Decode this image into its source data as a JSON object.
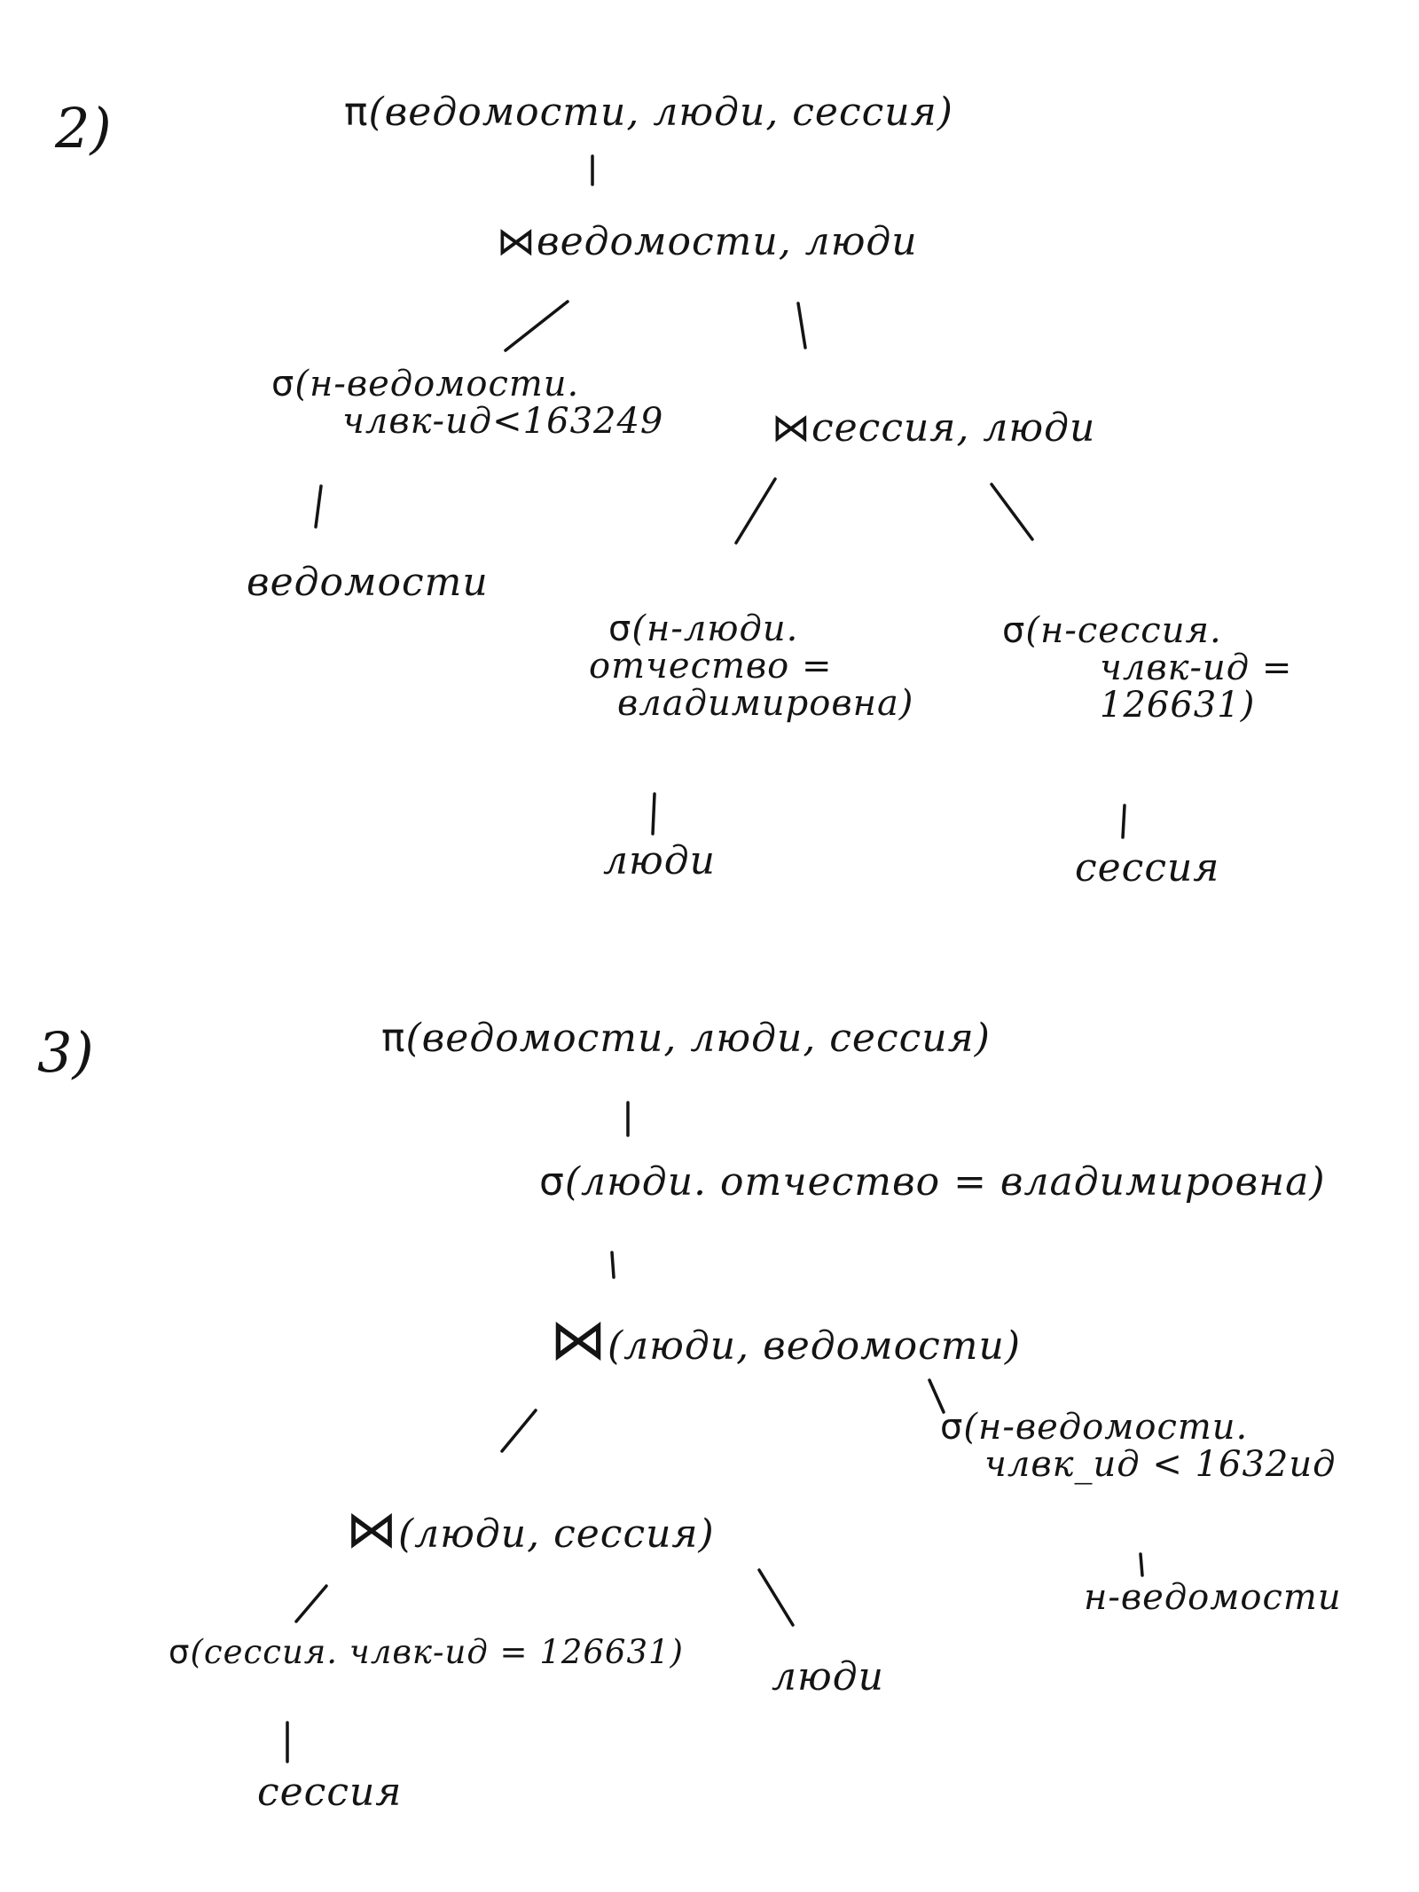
{
  "diagram2": {
    "number": "2)",
    "projection": {
      "symbol": "π",
      "text": "(ведомости, люди, сессия)"
    },
    "join_top": {
      "symbol": "⋈",
      "text": "ведомости, люди"
    },
    "select_ved": {
      "symbol": "σ",
      "line1": "(н-ведомости.",
      "line2": "члвк-ид<163249"
    },
    "leaf_ved": "ведомости",
    "join_sess": {
      "symbol": "⋈",
      "text": "сессия, люди"
    },
    "select_people": {
      "symbol": "σ",
      "line1": "(н-люди.",
      "line2": "отчество =",
      "line3": "владимировна)"
    },
    "select_sess": {
      "symbol": "σ",
      "line1": "(н-сессия.",
      "line2": "члвк-ид =",
      "line3": "126631)"
    },
    "leaf_people": "люди",
    "leaf_sess": "сессия"
  },
  "diagram3": {
    "number": "3)",
    "projection": {
      "symbol": "π",
      "text": "(ведомости, люди, сессия)"
    },
    "select_top": {
      "symbol": "σ",
      "text": "(люди. отчество = владимировна)"
    },
    "join_mid": {
      "symbol": "⋈",
      "text": "(люди, ведомости)"
    },
    "select_ved": {
      "symbol": "σ",
      "line1": "(н-ведомости.",
      "line2": "члвк_ид < 1632ид"
    },
    "leaf_ved": "н-ведомости",
    "join_low": {
      "symbol": "⋈",
      "text": "(люди, сессия)"
    },
    "select_sess": {
      "symbol": "σ",
      "text": "(сессия. члвк-ид = 126631)"
    },
    "leaf_sess": "сессия",
    "leaf_people": "люди"
  }
}
